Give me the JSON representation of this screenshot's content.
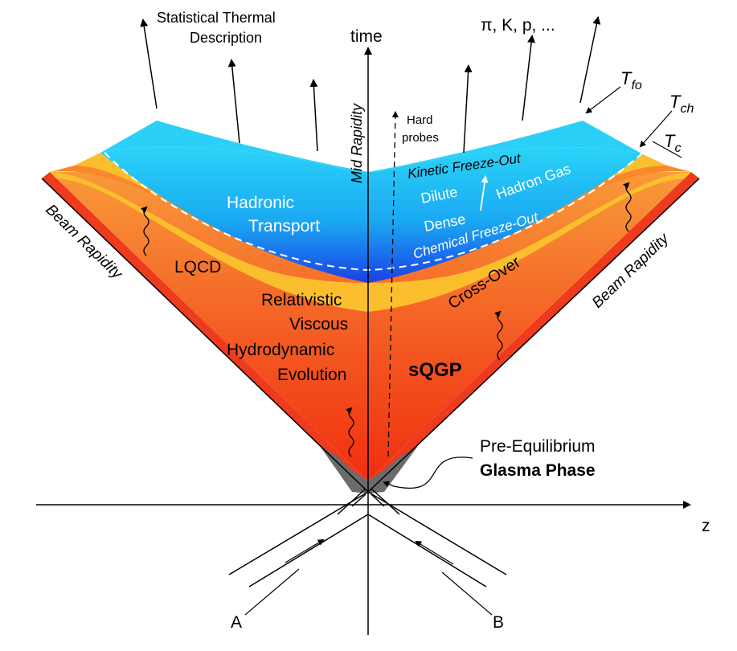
{
  "labels": {
    "time": "time",
    "z": "z",
    "mid_rapidity": "Mid Rapidity",
    "beam_rapidity_left": "Beam Rapidity",
    "beam_rapidity_right": "Beam Rapidity",
    "statistical_line1": "Statistical Thermal",
    "statistical_line2": "Description",
    "hadrons": "π, K, p, ...",
    "t_fo": "T",
    "t_fo_sub": "fo",
    "t_ch": "T",
    "t_ch_sub": "ch",
    "t_c": "T",
    "t_c_sub": "c",
    "hard_probes_line1": "Hard",
    "hard_probes_line2": "probes",
    "kinetic_freezeout": "Kinetic Freeze-Out",
    "chemical_freezeout": "Chemical Freeze-Out",
    "dilute": "Dilute",
    "dense": "Dense",
    "hadron_gas": "Hadron Gas",
    "hadronic_line1": "Hadronic",
    "hadronic_line2": "Transport",
    "lqcd": "LQCD",
    "hydro_line1": "Relativistic",
    "hydro_line2": "Viscous",
    "hydro_line3": "Hydrodynamic",
    "hydro_line4": "Evolution",
    "crossover": "Cross-Over",
    "sqgp": "sQGP",
    "preeq_line1": "Pre-Equilibrium",
    "preeq_line2": "Glasma Phase",
    "nucleus_a": "A",
    "nucleus_b": "B"
  },
  "colors": {
    "blue_light": "#2ad0f7",
    "blue_dark": "#1c3ee8",
    "yellow": "#fbbf2e",
    "orange": "#f7892a",
    "red": "#ee3a1d",
    "glasma": "#6b6b6b"
  }
}
